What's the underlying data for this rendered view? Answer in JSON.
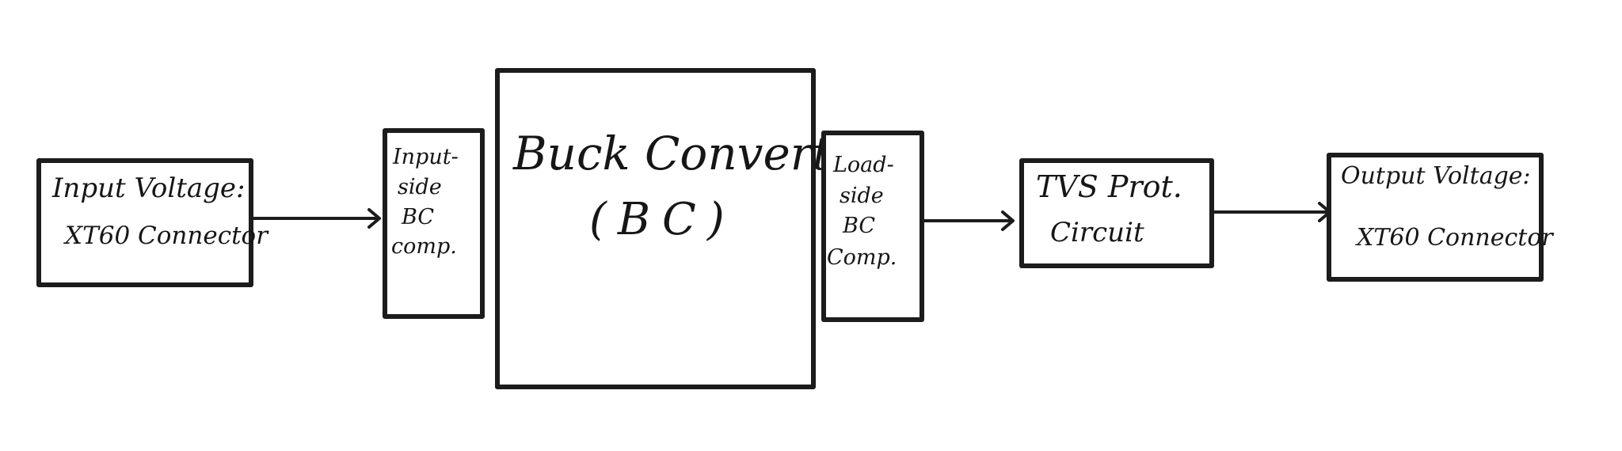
{
  "diagram": {
    "blocks": {
      "input": {
        "line1": "Input Voltage:",
        "line2": "XT60 Connector"
      },
      "input_comp": {
        "line1": "Input-",
        "line2": "side",
        "line3": "BC",
        "line4": "comp."
      },
      "buck": {
        "line1": "Buck Converter",
        "line2": "(BC)"
      },
      "load_comp": {
        "line1": "Load-",
        "line2": "side",
        "line3": "BC",
        "line4": "Comp."
      },
      "tvs": {
        "line1": "TVS Prot.",
        "line2": "Circuit"
      },
      "output": {
        "line1": "Output Voltage:",
        "line2": "XT60 Connector"
      }
    },
    "connections": [
      {
        "from": "input",
        "to": "input_comp",
        "arrow": true
      },
      {
        "from": "load_comp",
        "to": "tvs",
        "arrow": true
      },
      {
        "from": "tvs",
        "to": "output",
        "arrow": true
      }
    ],
    "colors": {
      "ink": "#1c1c1c",
      "background": "#ffffff"
    }
  }
}
